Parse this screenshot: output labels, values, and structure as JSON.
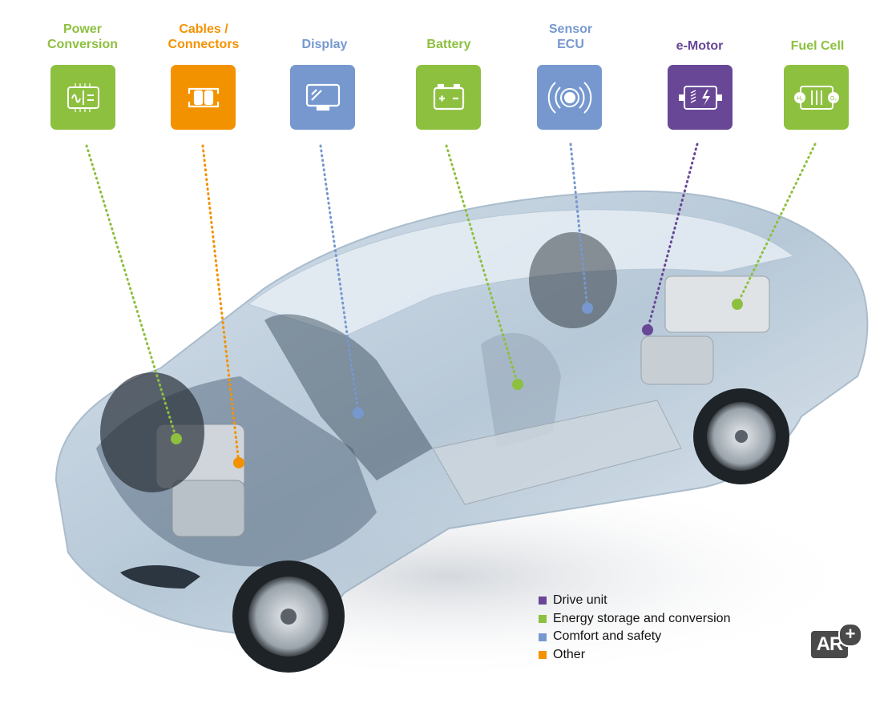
{
  "components": [
    {
      "label_lines": [
        "Power",
        "Conversion"
      ],
      "icon": "power-conversion-icon",
      "color": "#8dc03f",
      "category": "Energy storage and conversion"
    },
    {
      "label_lines": [
        "Cables /",
        "Connectors"
      ],
      "icon": "cable-connector-icon",
      "color": "#f39200",
      "category": "Other"
    },
    {
      "label_lines": [
        "",
        "Display"
      ],
      "icon": "display-icon",
      "color": "#7698cf",
      "category": "Comfort and safety"
    },
    {
      "label_lines": [
        "",
        "Battery"
      ],
      "icon": "battery-icon",
      "color": "#8dc03f",
      "category": "Energy storage and conversion"
    },
    {
      "label_lines": [
        "Sensor",
        "ECU"
      ],
      "icon": "sensor-icon",
      "color": "#7698cf",
      "category": "Comfort and safety"
    },
    {
      "label_lines": [
        "",
        "e-Motor"
      ],
      "icon": "e-motor-icon",
      "color": "#684797",
      "category": "Drive unit"
    },
    {
      "label_lines": [
        "",
        "Fuel Cell"
      ],
      "icon": "fuel-cell-icon",
      "color": "#8dc03f",
      "category": "Energy storage and conversion"
    }
  ],
  "fuel_cell_icon_text": {
    "left": "H₂",
    "right": "O₂"
  },
  "legend": [
    {
      "label": "Drive unit",
      "color": "#684797"
    },
    {
      "label": "Energy storage and conversion",
      "color": "#8dc03f"
    },
    {
      "label": "Comfort and safety",
      "color": "#7698cf"
    },
    {
      "label": "Other",
      "color": "#f39200"
    }
  ],
  "ar_badge": {
    "text": "AR",
    "plus": "+"
  }
}
